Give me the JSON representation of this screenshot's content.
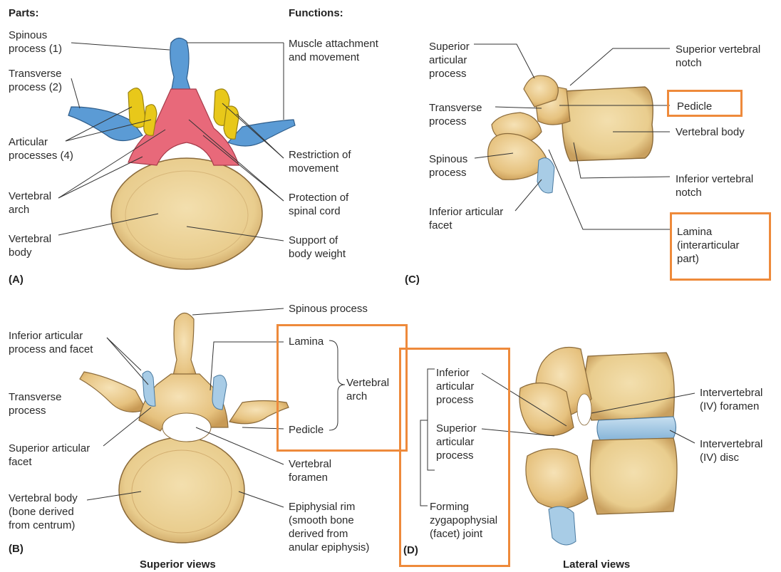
{
  "headers": {
    "parts": "Parts:",
    "functions": "Functions:"
  },
  "panel_letters": {
    "a": "(A)",
    "b": "(B)",
    "c": "(C)",
    "d": "(D)"
  },
  "captions": {
    "superior": "Superior views",
    "lateral": "Lateral views"
  },
  "panel_a": {
    "left": [
      [
        "Spinous",
        "process (1)"
      ],
      [
        "Transverse",
        "process (2)"
      ],
      [
        "Articular",
        "processes (4)"
      ],
      [
        "Vertebral",
        "arch"
      ],
      [
        "Vertebral",
        "body"
      ]
    ],
    "right": [
      [
        "Muscle attachment",
        "and movement"
      ],
      [
        "Restriction of",
        "movement"
      ],
      [
        "Protection of",
        "spinal cord"
      ],
      [
        "Support of",
        "body weight"
      ]
    ]
  },
  "panel_b": {
    "spinous": "Spinous process",
    "inferior_articular": [
      "Inferior articular",
      "process and facet"
    ],
    "transverse": [
      "Transverse",
      "process"
    ],
    "superior_articular": [
      "Superior articular",
      "facet"
    ],
    "vertebral_body": [
      "Vertebral body",
      "(bone  derived",
      "from centrum)"
    ],
    "lamina": "Lamina",
    "pedicle": "Pedicle",
    "vertebral_arch": [
      "Vertebral",
      "arch"
    ],
    "vertebral_foramen": [
      "Vertebral",
      "foramen"
    ],
    "epiphysial_rim": [
      "Epiphysial rim",
      "(smooth bone",
      "derived from",
      "anular epiphysis)"
    ]
  },
  "panel_c": {
    "superior_articular": [
      "Superior",
      "articular",
      "process"
    ],
    "transverse": [
      "Transverse",
      "process"
    ],
    "spinous": [
      "Spinous",
      "process"
    ],
    "inferior_facet": [
      "Inferior articular",
      "facet"
    ],
    "superior_notch": [
      "Superior vertebral",
      "notch"
    ],
    "pedicle": "Pedicle",
    "vertebral_body": "Vertebral body",
    "inferior_notch": [
      "Inferior vertebral",
      "notch"
    ],
    "lamina": [
      "Lamina",
      "(interarticular",
      "part)"
    ]
  },
  "panel_d": {
    "inferior_articular": [
      "Inferior",
      "articular",
      "process"
    ],
    "superior_articular": [
      "Superior",
      "articular",
      "process"
    ],
    "forming": [
      "Forming",
      "zygapophysial",
      "(facet) joint"
    ],
    "iv_foramen": [
      "Intervertebral",
      "(IV) foramen"
    ],
    "iv_disc": [
      "Intervertebral",
      "(IV) disc"
    ]
  },
  "colors": {
    "bone": "#e8c888",
    "bone_dark": "#b38a4a",
    "transverse_blue": "#5b9bd5",
    "articular_yellow": "#e8c81a",
    "arch_red": "#e8697a",
    "facet_blue": "#a8cce6",
    "highlight": "#ee8a3b",
    "leader": "#333333"
  }
}
